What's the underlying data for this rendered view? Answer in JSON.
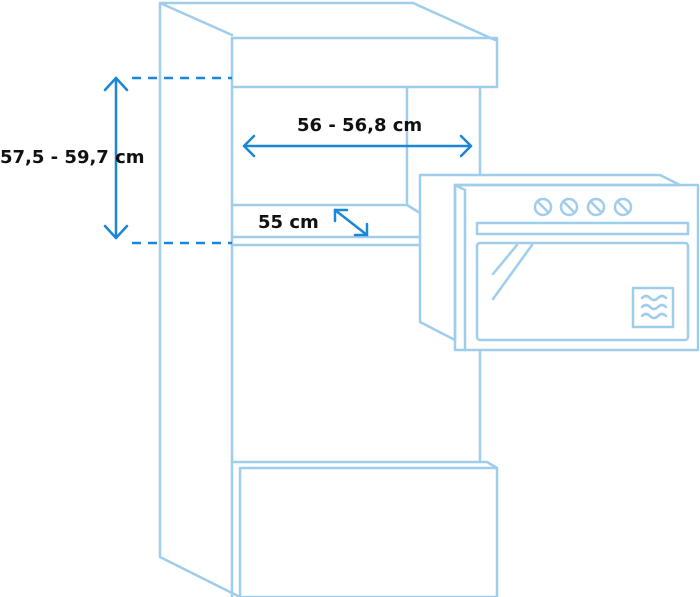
{
  "dimensions": {
    "height": "57,5 - 59,7 cm",
    "width": "56 - 56,8 cm",
    "depth": "55 cm"
  },
  "colors": {
    "outline": "#9fcdec",
    "dimension": "#1a86d6",
    "text": "#111111"
  },
  "icons": [
    "cabinet-outline",
    "built-in-oven",
    "oven-knob",
    "heat-waves-icon"
  ]
}
